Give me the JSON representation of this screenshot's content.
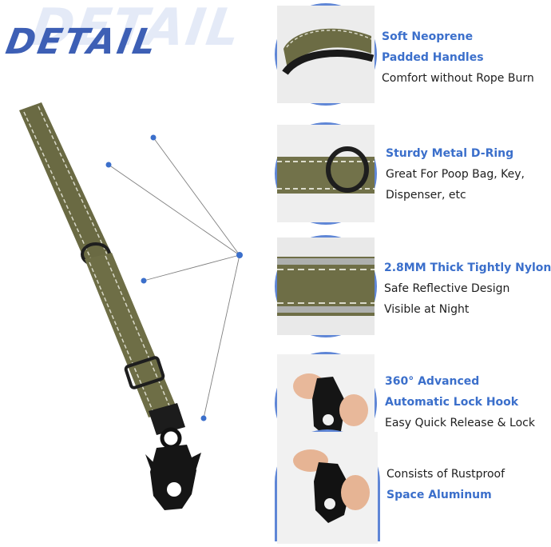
{
  "page": {
    "title": "DETAIL",
    "accent_color": "#3d5fb5"
  },
  "features": [
    {
      "icon": "padded-handle-icon",
      "highlight": [
        "Soft Neoprene",
        "Padded Handles"
      ],
      "text": [
        "Comfort without Rope Burn"
      ]
    },
    {
      "icon": "d-ring-icon",
      "highlight": [
        "Sturdy Metal D-Ring"
      ],
      "text": [
        "Great For Poop Bag, Key,",
        "Dispenser, etc"
      ]
    },
    {
      "icon": "nylon-strap-icon",
      "highlight": [
        "2.8MM Thick  Tightly Nylon"
      ],
      "text": [
        "Safe Reflective Design",
        "Visible at Night"
      ]
    },
    {
      "icon": "lock-hook-icon",
      "highlight": [
        "360° Advanced",
        "Automatic Lock Hook"
      ],
      "text": [
        "Easy Quick Release & Lock"
      ]
    },
    {
      "icon": "aluminum-hook-icon",
      "highlight": [],
      "text": [
        "Consists of Rustproof"
      ],
      "highlight_after": [
        "Space Aluminum"
      ]
    }
  ]
}
